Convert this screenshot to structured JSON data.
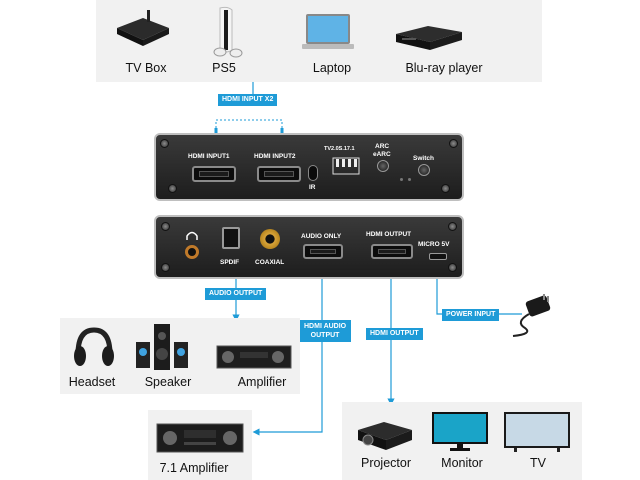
{
  "sources": {
    "tv_box": "TV Box",
    "ps5": "PS5",
    "laptop": "Laptop",
    "bluray": "Blu-ray player"
  },
  "tags": {
    "hdmi_input_x2": "HDMI INPUT X2",
    "audio_output": "AUDIO OUTPUT",
    "hdmi_audio_output": [
      "HDMI AUDIO",
      "OUTPUT"
    ],
    "hdmi_output": "HDMI OUTPUT",
    "power_input": "POWER INPUT"
  },
  "front_panel": {
    "input1": "HDMI INPUT1",
    "input2": "HDMI INPUT2",
    "ir": "IR",
    "tv_version": "TV2.0S.17.1",
    "arc": "ARC",
    "earc": "eARC",
    "switch": "Switch"
  },
  "back_panel": {
    "spdif": "SPDIF",
    "coaxial": "COAXIAL",
    "audio_only": "AUDIO ONLY",
    "hdmi_output": "HDMI OUTPUT",
    "micro_5v": "MICRO 5V"
  },
  "audio_devices": {
    "headset": "Headset",
    "speaker": "Speaker",
    "amplifier": "Amplifier"
  },
  "amplifier_71": "7.1 Amplifier",
  "displays": {
    "projector": "Projector",
    "monitor": "Monitor",
    "tv": "TV"
  },
  "colors": {
    "accent": "#1e9bd7",
    "panel": "#f1f1f1",
    "device_body": "#2a2a2a"
  }
}
